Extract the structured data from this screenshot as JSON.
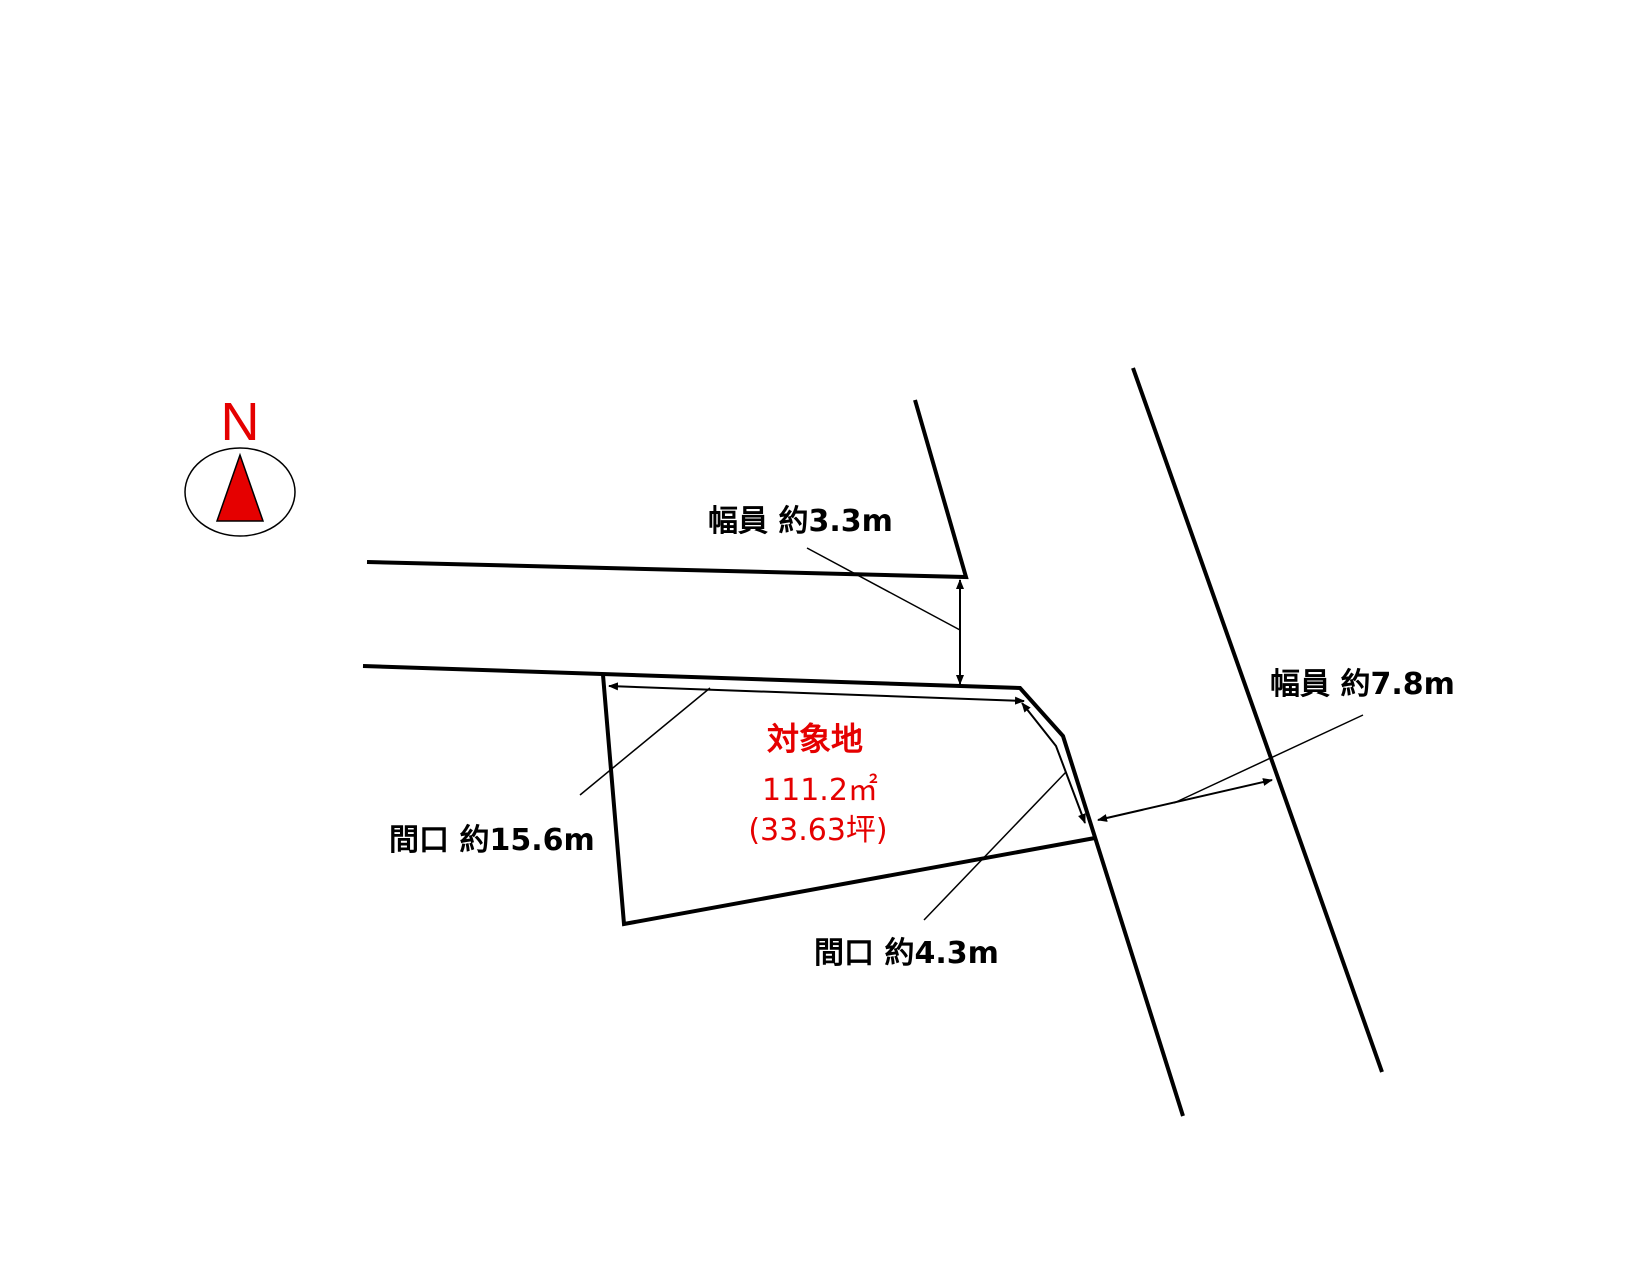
{
  "compass": {
    "north_letter": "N",
    "color": "#e50000"
  },
  "subject": {
    "title": "対象地",
    "area_sqm": "111.2㎡",
    "area_tsubo": "(33.63坪)",
    "color": "#e50000"
  },
  "labels": {
    "north_road_width": "幅員 約3.3m",
    "east_road_width": "幅員 約7.8m",
    "frontage_north": "間口 約15.6m",
    "frontage_corner": "間口 約4.3m"
  }
}
